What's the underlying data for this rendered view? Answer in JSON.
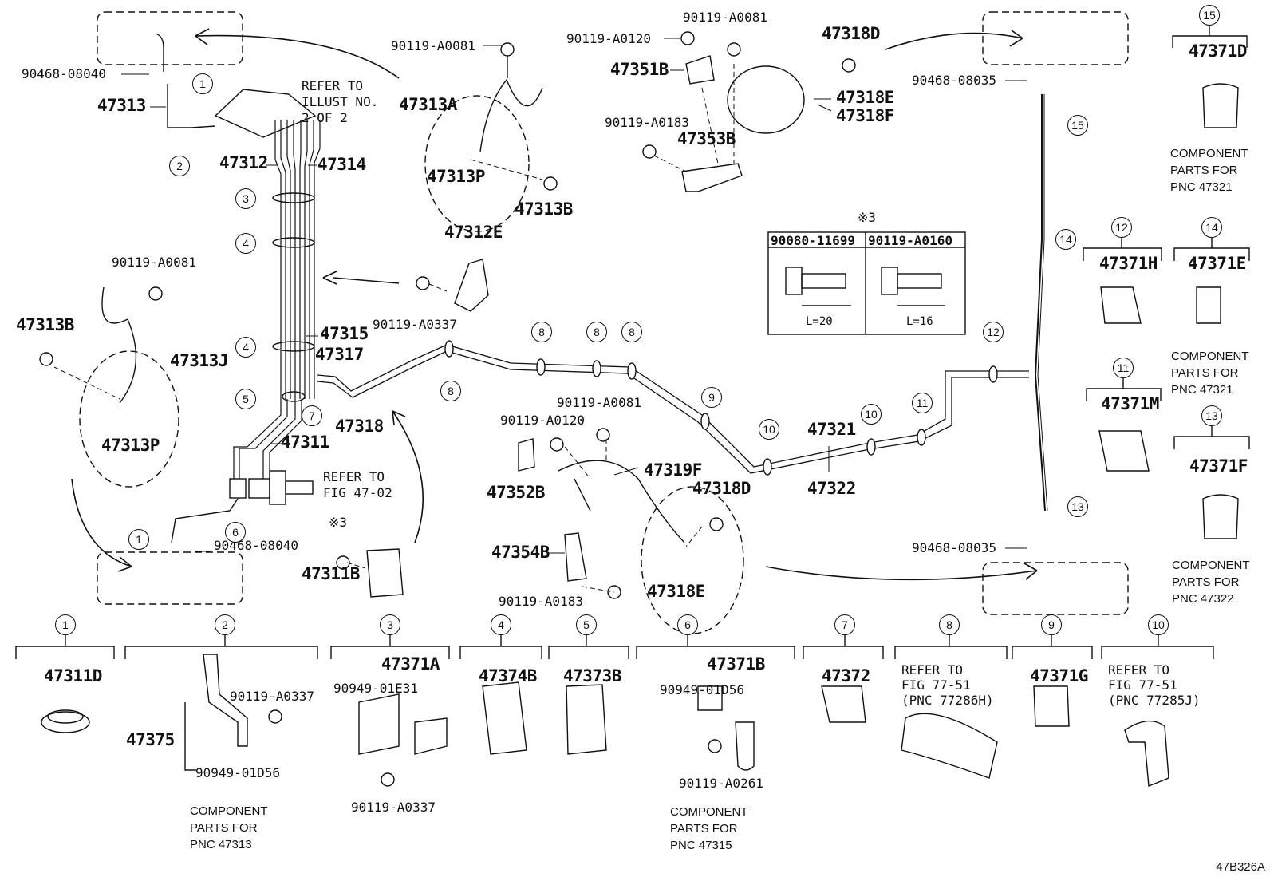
{
  "diagram_code": "47B326A",
  "callouts": [
    "1",
    "2",
    "3",
    "4",
    "5",
    "6",
    "7",
    "8",
    "9",
    "10",
    "11",
    "12",
    "13",
    "14",
    "15"
  ],
  "labels": {
    "clip_90468_08040": "90468-08040",
    "clip_90468_08035": "90468-08035",
    "p47313": "47313",
    "p47312": "47312",
    "p47314": "47314",
    "p47315": "47315",
    "p47317": "47317",
    "p47318": "47318",
    "p47311": "47311",
    "p47311B": "47311B",
    "p47313A": "47313A",
    "p47313P": "47313P",
    "p47313B": "47313B",
    "p47313J": "47313J",
    "p47312E": "47312E",
    "p47351B": "47351B",
    "p47353B": "47353B",
    "p47318D": "47318D",
    "p47318E": "47318E",
    "p47318F": "47318F",
    "p47352B": "47352B",
    "p47354B": "47354B",
    "p47319F": "47319F",
    "p47321": "47321",
    "p47322": "47322",
    "p47371D": "47371D",
    "p47371H": "47371H",
    "p47371E": "47371E",
    "p47371M": "47371M",
    "p47371F": "47371F",
    "p47311D": "47311D",
    "p47375": "47375",
    "p47371A": "47371A",
    "p47374B": "47374B",
    "p47373B": "47373B",
    "p47371B": "47371B",
    "p47372": "47372",
    "p47371G": "47371G",
    "b_A0081": "90119-A0081",
    "b_A0120": "90119-A0120",
    "b_A0183": "90119-A0183",
    "b_A0337": "90119-A0337",
    "b_A0261": "90119-A0261",
    "b_01E31": "90949-01E31",
    "b_01D56": "90949-01D56",
    "mark3": "※3",
    "refer_illust": "REFER TO\nILLUST NO.\n2 OF 2",
    "refer_fig4702": "REFER TO\nFIG 47-02",
    "refer_77286H": "REFER TO\nFIG 77-51\n(PNC 77286H)",
    "refer_77285J": "REFER TO\nFIG 77-51\n(PNC 77285J)",
    "comp_47313": "COMPONENT\nPARTS FOR\nPNC 47313",
    "comp_47315": "COMPONENT\nPARTS FOR\nPNC 47315",
    "comp_47321": "COMPONENT\nPARTS FOR\nPNC 47321",
    "comp_47322": "COMPONENT\nPARTS FOR\nPNC 47322"
  },
  "bolt_table": {
    "mark": "※3",
    "col1_part": "90080-11699",
    "col2_part": "90119-A0160",
    "col1_length": "L=20",
    "col2_length": "L=16"
  }
}
